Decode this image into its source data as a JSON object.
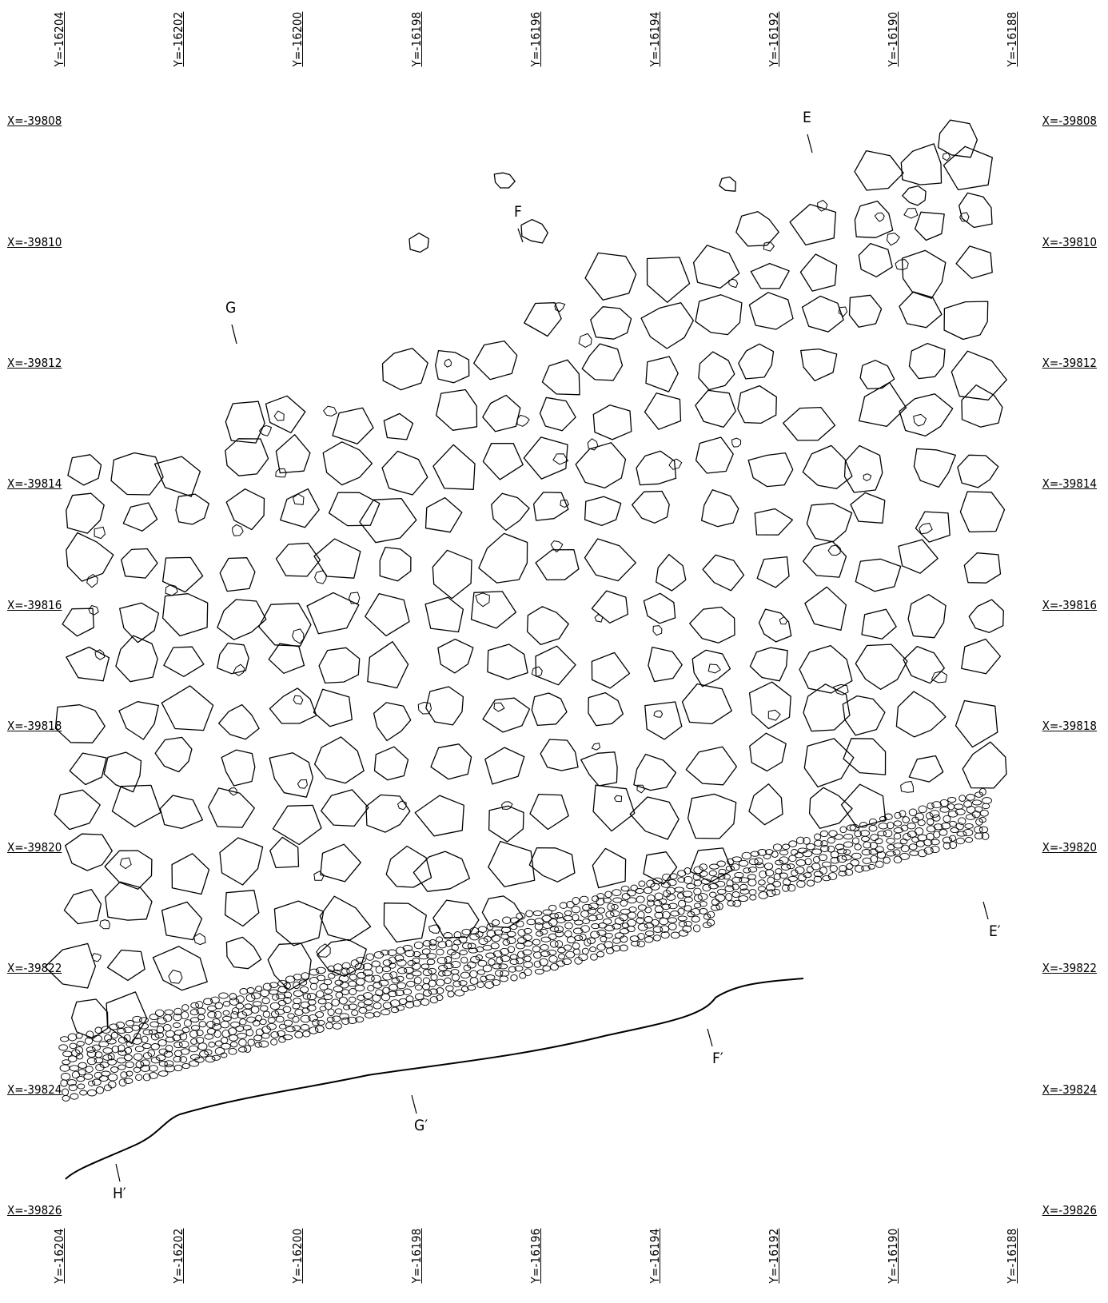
{
  "y_axis_labels": [
    "Y=-16204",
    "Y=-16202",
    "Y=-16200",
    "Y=-16198",
    "Y=-16196",
    "Y=-16194",
    "Y=-16192",
    "Y=-16190",
    "Y=-16188"
  ],
  "x_axis_labels": [
    "X=-39808",
    "X=-39810",
    "X=-39812",
    "X=-39814",
    "X=-39816",
    "X=-39818",
    "X=-39820",
    "X=-39822",
    "X=-39824",
    "X=-39826"
  ],
  "section_marks": {
    "E": "E",
    "E_prime": "E′",
    "F": "F",
    "F_prime": "F′",
    "G": "G",
    "G_prime": "G′",
    "H_prime": "H′"
  },
  "colors": {
    "line": "#000000",
    "fine_line": "#555555",
    "background": "#ffffff"
  }
}
